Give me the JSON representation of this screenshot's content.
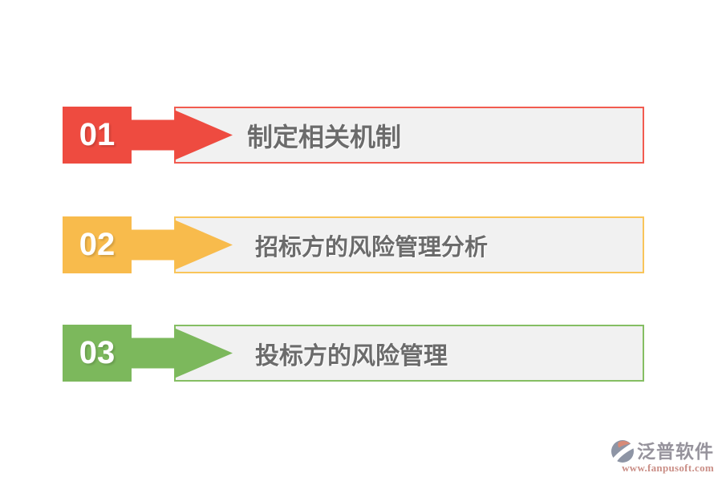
{
  "steps": [
    {
      "number": "01",
      "label": "制定相关机制",
      "accent": "#ee4b40",
      "border": "#f25b50"
    },
    {
      "number": "02",
      "label": "招标方的风险管理分析",
      "accent": "#f8bb4c",
      "border": "#f9c55a"
    },
    {
      "number": "03",
      "label": "投标方的风险管理",
      "accent": "#7cb85c",
      "border": "#85be63"
    }
  ],
  "box": {
    "fill": "#f1f1f1",
    "text_color": "#6b6b6b"
  },
  "watermark": {
    "brand": "泛普软件",
    "url": "www.fanpusoft.com",
    "brand_color": "#96939c",
    "url_color": "#ca8e86",
    "logo_circle_color": "#8e95a5",
    "logo_wing_color": "#d78a77"
  }
}
